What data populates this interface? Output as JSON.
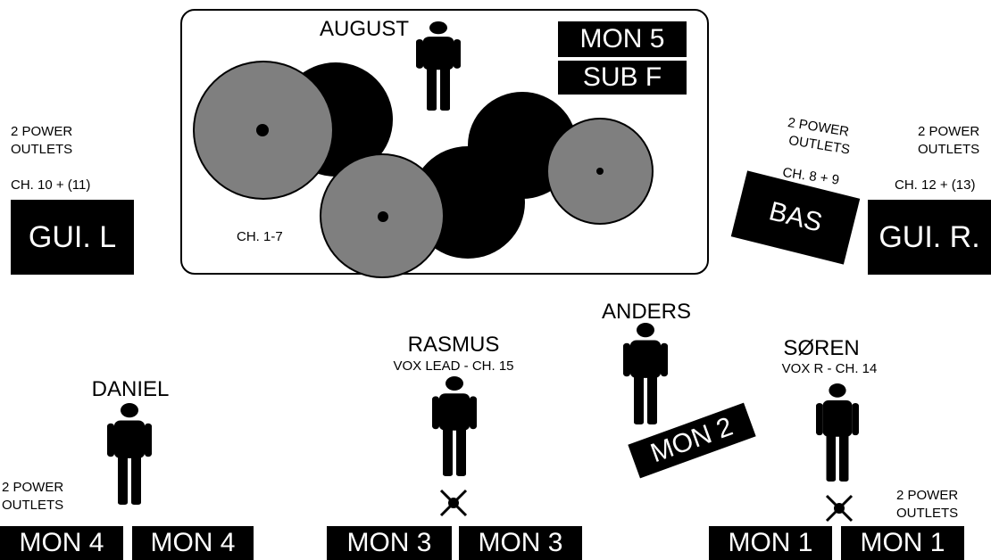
{
  "colors": {
    "ink": "#000000",
    "drum_shell": "#7f7f7f",
    "background": "#ffffff"
  },
  "icons": [
    "person-icon",
    "mic-stand-icon"
  ],
  "riser": {
    "drummer": "AUGUST",
    "mon5": "MON 5",
    "sub": "SUB F",
    "channels": "CH. 1-7"
  },
  "guitar_left": {
    "power_line1": "2 POWER",
    "power_line2": "OUTLETS",
    "channel": "CH. 10 + (11)",
    "amp": "GUI. L"
  },
  "bass": {
    "power_line1": "2 POWER",
    "power_line2": "OUTLETS",
    "channel": "CH. 8 + 9",
    "amp": "BAS"
  },
  "guitar_right": {
    "power_line1": "2 POWER",
    "power_line2": "OUTLETS",
    "channel": "CH. 12 + (13)",
    "amp": "GUI. R."
  },
  "musicians": {
    "anders": {
      "name": "ANDERS",
      "monitor": "MON 2"
    },
    "rasmus": {
      "name": "RASMUS",
      "role": "VOX LEAD - CH. 15"
    },
    "soren": {
      "name": "SØREN",
      "role": "VOX R - CH. 14"
    },
    "daniel": {
      "name": "DANIEL"
    }
  },
  "bottom_left_power": {
    "line1": "2 POWER",
    "line2": "OUTLETS"
  },
  "bottom_right_power": {
    "line1": "2 POWER",
    "line2": "OUTLETS"
  },
  "monitors": {
    "mon4_a": "MON 4",
    "mon4_b": "MON 4",
    "mon3_a": "MON 3",
    "mon3_b": "MON 3",
    "mon1_a": "MON 1",
    "mon1_b": "MON 1"
  }
}
